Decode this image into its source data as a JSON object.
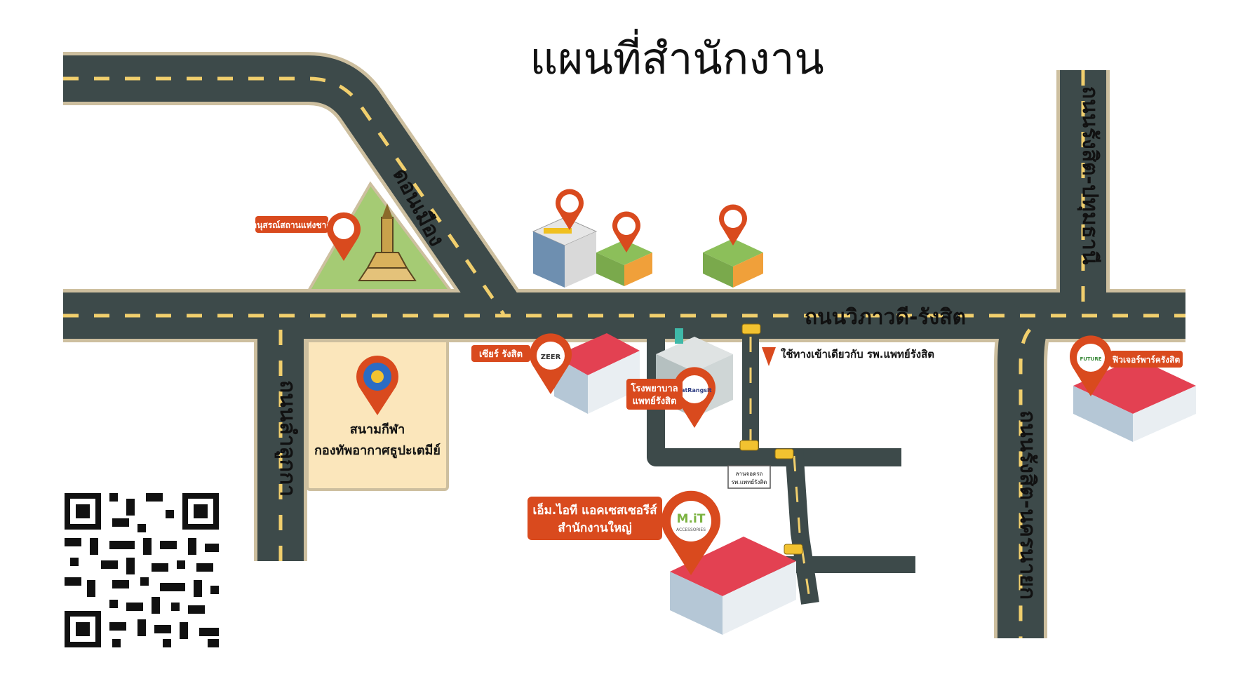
{
  "title": "แผนที่สำนักงาน",
  "roads": {
    "don_mueang": "ดอนเมือง",
    "vibhavadi": "ถนนวิภาวดี-รังสิต",
    "rangsit_pathum": "ถนนรังสิต-ปทุมธานี",
    "lam_luk_ka": "ถนนลำลูกกา",
    "rangsit_nayok": "ถนนรังสิต-นครนายก"
  },
  "places": {
    "monument": "อนุสรณ์สถานแห่งชาติ",
    "stadium_line1": "สนามกีฬา",
    "stadium_line2": "กองทัพอากาศธูปะเตมีย์",
    "zeer": "เซียร์ รังสิต",
    "zeer_logo": "ZEER",
    "hospital_line1": "โรงพยาบาล",
    "hospital_line2": "แพทย์รังสิต",
    "hospital_logo": "patRangsit",
    "entrance_note": "ใช้ทางเข้าเดียวกับ รพ.แพทย์รังสิต",
    "parking_line1": "ลานจอดรถ",
    "parking_line2": "รพ.แพทย์รังสิต",
    "mit_line1": "เอ็ม.ไอที แอคเซสเซอรีส์",
    "mit_line2": "สำนักงานใหญ่",
    "mit_logo": "M.iT",
    "mit_logo_sub": "ACCESSORIES",
    "future_park": "ฟิวเจอร์พาร์ครังสิต",
    "future_logo": "FUTURE"
  },
  "colors": {
    "road": "#3d4a4a",
    "road_edge": "#cdbf9f",
    "lane_dash": "#f1cf6d",
    "pin": "#d94a1e",
    "label_bg": "#d94a1e",
    "park": "#a5cb74",
    "stadium_bg": "#fbe6bb"
  }
}
